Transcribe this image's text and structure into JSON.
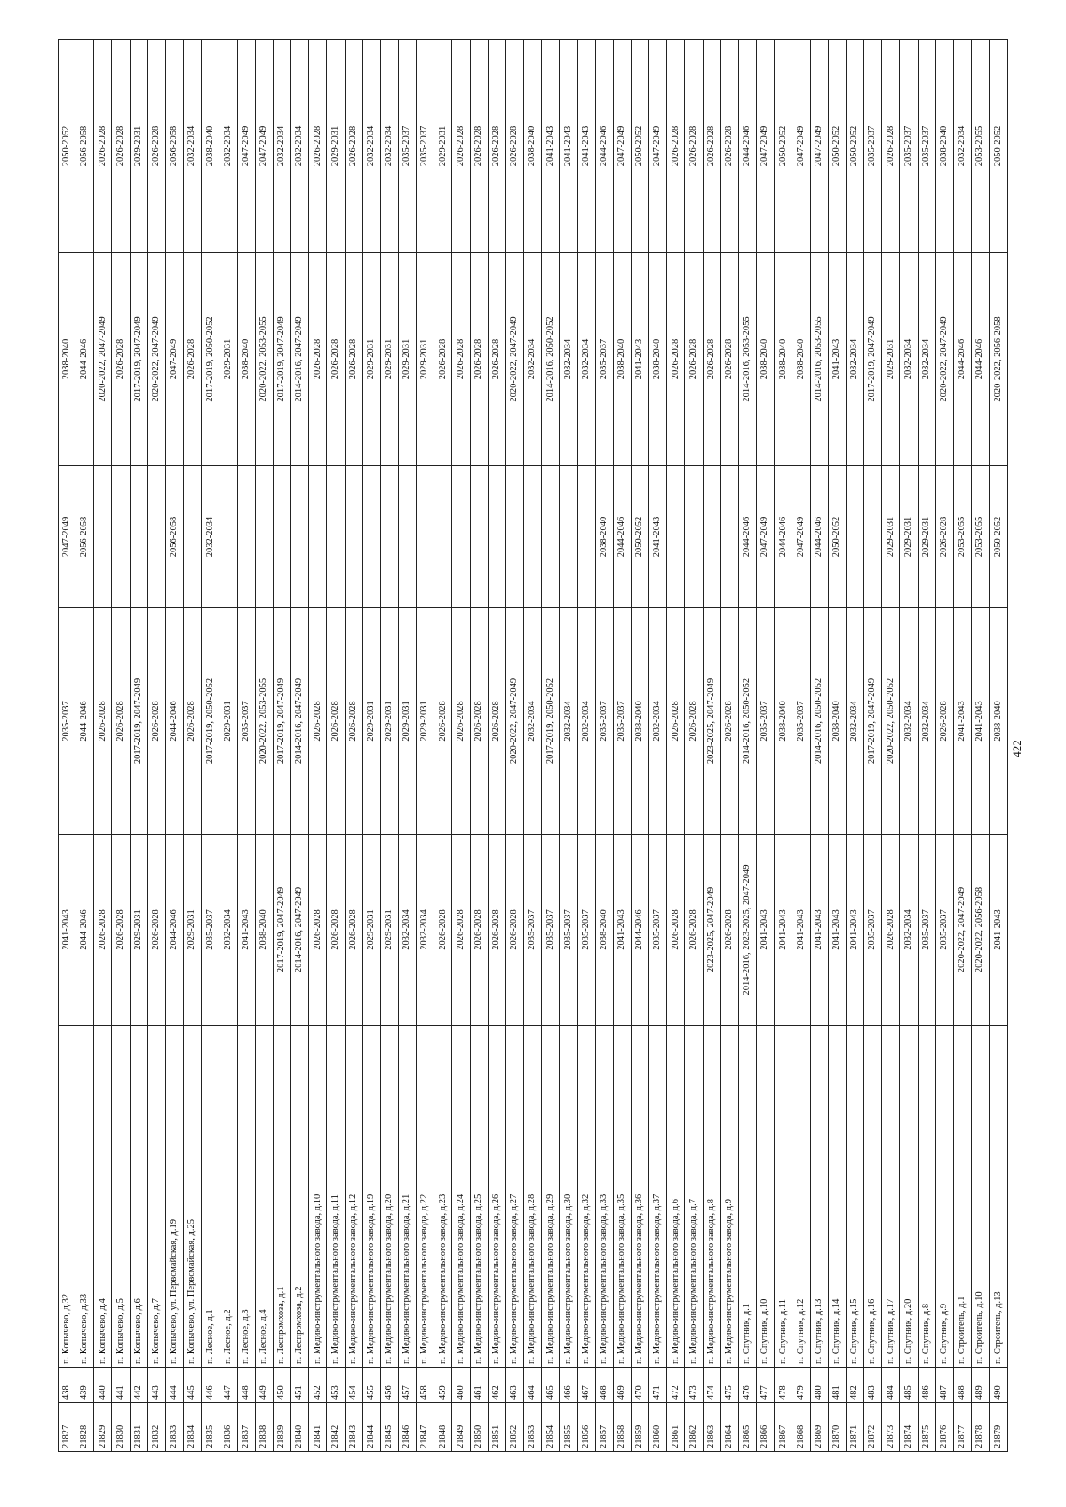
{
  "page_number": "422",
  "rows": [
    [
      "21827",
      "438",
      "п. Копычево, д.32",
      "2041-2043",
      "2035-2037",
      "2047-2049",
      "2038-2040",
      "2050-2052"
    ],
    [
      "21828",
      "439",
      "п. Копычево, д.33",
      "2044-2046",
      "2044-2046",
      "2056-2058",
      "2044-2046",
      "2056-2058"
    ],
    [
      "21829",
      "440",
      "п. Копычево, д.4",
      "2026-2028",
      "2026-2028",
      "",
      "2020-2022, 2047-2049",
      "2026-2028"
    ],
    [
      "21830",
      "441",
      "п. Копычево, д.5",
      "2026-2028",
      "2026-2028",
      "",
      "2026-2028",
      "2026-2028"
    ],
    [
      "21831",
      "442",
      "п. Копычево, д.6",
      "2029-2031",
      "2017-2019, 2047-2049",
      "",
      "2017-2019, 2047-2049",
      "2029-2031"
    ],
    [
      "21832",
      "443",
      "п. Копычево, д.7",
      "2026-2028",
      "2026-2028",
      "",
      "2020-2022, 2047-2049",
      "2026-2028"
    ],
    [
      "21833",
      "444",
      "п. Копычево, ул. Первомайская, д.19",
      "2044-2046",
      "2044-2046",
      "2056-2058",
      "2047-2049",
      "2056-2058"
    ],
    [
      "21834",
      "445",
      "п. Копычево, ул. Первомайская, д.25",
      "2029-2031",
      "2026-2028",
      "",
      "2026-2028",
      "2032-2034"
    ],
    [
      "21835",
      "446",
      "п. Лесное, д.1",
      "2035-2037",
      "2017-2019, 2050-2052",
      "2032-2034",
      "2017-2019, 2050-2052",
      "2038-2040"
    ],
    [
      "21836",
      "447",
      "п. Лесное, д.2",
      "2032-2034",
      "2029-2031",
      "",
      "2029-2031",
      "2032-2034"
    ],
    [
      "21837",
      "448",
      "п. Лесное, д.3",
      "2041-2043",
      "2035-2037",
      "",
      "2038-2040",
      "2047-2049"
    ],
    [
      "21838",
      "449",
      "п. Лесное, д.4",
      "2038-2040",
      "2020-2022, 2053-2055",
      "",
      "2020-2022, 2053-2055",
      "2047-2049"
    ],
    [
      "21839",
      "450",
      "п. Леспромхоза, д.1",
      "2017-2019, 2047-2049",
      "2017-2019, 2047-2049",
      "",
      "2017-2019, 2047-2049",
      "2032-2034"
    ],
    [
      "21840",
      "451",
      "п. Леспромхоза, д.2",
      "2014-2016, 2047-2049",
      "2014-2016, 2047-2049",
      "",
      "2014-2016, 2047-2049",
      "2032-2034"
    ],
    [
      "21841",
      "452",
      "п. Медико-инструментального завода, д.10",
      "2026-2028",
      "2026-2028",
      "",
      "2026-2028",
      "2026-2028"
    ],
    [
      "21842",
      "453",
      "п. Медико-инструментального завода, д.11",
      "2026-2028",
      "2026-2028",
      "",
      "2026-2028",
      "2029-2031"
    ],
    [
      "21843",
      "454",
      "п. Медико-инструментального завода, д.12",
      "2026-2028",
      "2026-2028",
      "",
      "2026-2028",
      "2026-2028"
    ],
    [
      "21844",
      "455",
      "п. Медико-инструментального завода, д.19",
      "2029-2031",
      "2029-2031",
      "",
      "2029-2031",
      "2032-2034"
    ],
    [
      "21845",
      "456",
      "п. Медико-инструментального завода, д.20",
      "2029-2031",
      "2029-2031",
      "",
      "2029-2031",
      "2032-2034"
    ],
    [
      "21846",
      "457",
      "п. Медико-инструментального завода, д.21",
      "2032-2034",
      "2029-2031",
      "",
      "2029-2031",
      "2035-2037"
    ],
    [
      "21847",
      "458",
      "п. Медико-инструментального завода, д.22",
      "2032-2034",
      "2029-2031",
      "",
      "2029-2031",
      "2035-2037"
    ],
    [
      "21848",
      "459",
      "п. Медико-инструментального завода, д.23",
      "2026-2028",
      "2026-2028",
      "",
      "2026-2028",
      "2029-2031"
    ],
    [
      "21849",
      "460",
      "п. Медико-инструментального завода, д.24",
      "2026-2028",
      "2026-2028",
      "",
      "2026-2028",
      "2026-2028"
    ],
    [
      "21850",
      "461",
      "п. Медико-инструментального завода, д.25",
      "2026-2028",
      "2026-2028",
      "",
      "2026-2028",
      "2026-2028"
    ],
    [
      "21851",
      "462",
      "п. Медико-инструментального завода, д.26",
      "2026-2028",
      "2026-2028",
      "",
      "2026-2028",
      "2026-2028"
    ],
    [
      "21852",
      "463",
      "п. Медико-инструментального завода, д.27",
      "2026-2028",
      "2020-2022, 2047-2049",
      "",
      "2020-2022, 2047-2049",
      "2026-2028"
    ],
    [
      "21853",
      "464",
      "п. Медико-инструментального завода, д.28",
      "2035-2037",
      "2032-2034",
      "",
      "2032-2034",
      "2038-2040"
    ],
    [
      "21854",
      "465",
      "п. Медико-инструментального завода, д.29",
      "2035-2037",
      "2017-2019, 2050-2052",
      "",
      "2014-2016, 2050-2052",
      "2041-2043"
    ],
    [
      "21855",
      "466",
      "п. Медико-инструментального завода, д.30",
      "2035-2037",
      "2032-2034",
      "",
      "2032-2034",
      "2041-2043"
    ],
    [
      "21856",
      "467",
      "п. Медико-инструментального завода, д.32",
      "2035-2037",
      "2032-2034",
      "",
      "2032-2034",
      "2041-2043"
    ],
    [
      "21857",
      "468",
      "п. Медико-инструментального завода, д.33",
      "2038-2040",
      "2035-2037",
      "2038-2040",
      "2035-2037",
      "2044-2046"
    ],
    [
      "21858",
      "469",
      "п. Медико-инструментального завода, д.35",
      "2041-2043",
      "2035-2037",
      "2044-2046",
      "2038-2040",
      "2047-2049"
    ],
    [
      "21859",
      "470",
      "п. Медико-инструментального завода, д.36",
      "2044-2046",
      "2038-2040",
      "2050-2052",
      "2041-2043",
      "2050-2052"
    ],
    [
      "21860",
      "471",
      "п. Медико-инструментального завода, д.37",
      "2035-2037",
      "2032-2034",
      "2041-2043",
      "2038-2040",
      "2047-2049"
    ],
    [
      "21861",
      "472",
      "п. Медико-инструментального завода, д.6",
      "2026-2028",
      "2026-2028",
      "",
      "2026-2028",
      "2026-2028"
    ],
    [
      "21862",
      "473",
      "п. Медико-инструментального завода, д.7",
      "2026-2028",
      "2026-2028",
      "",
      "2026-2028",
      "2026-2028"
    ],
    [
      "21863",
      "474",
      "п. Медико-инструментального завода, д.8",
      "2023-2025, 2047-2049",
      "2023-2025, 2047-2049",
      "",
      "2026-2028",
      "2026-2028"
    ],
    [
      "21864",
      "475",
      "п. Медико-инструментального завода, д.9",
      "2026-2028",
      "2026-2028",
      "",
      "2026-2028",
      "2026-2028"
    ],
    [
      "21865",
      "476",
      "п. Спутник, д.1",
      "2014-2016, 2023-2025, 2047-2049",
      "2014-2016, 2050-2052",
      "2044-2046",
      "2014-2016, 2053-2055",
      "2044-2046"
    ],
    [
      "21866",
      "477",
      "п. Спутник, д.10",
      "2041-2043",
      "2035-2037",
      "2047-2049",
      "2038-2040",
      "2047-2049"
    ],
    [
      "21867",
      "478",
      "п. Спутник, д.11",
      "2041-2043",
      "2038-2040",
      "2044-2046",
      "2038-2040",
      "2050-2052"
    ],
    [
      "21868",
      "479",
      "п. Спутник, д.12",
      "2041-2043",
      "2035-2037",
      "2047-2049",
      "2038-2040",
      "2047-2049"
    ],
    [
      "21869",
      "480",
      "п. Спутник, д.13",
      "2041-2043",
      "2014-2016, 2050-2052",
      "2044-2046",
      "2014-2016, 2053-2055",
      "2047-2049"
    ],
    [
      "21870",
      "481",
      "п. Спутник, д.14",
      "2041-2043",
      "2038-2040",
      "2050-2052",
      "2041-2043",
      "2050-2052"
    ],
    [
      "21871",
      "482",
      "п. Спутник, д.15",
      "2041-2043",
      "2032-2034",
      "",
      "2032-2034",
      "2050-2052"
    ],
    [
      "21872",
      "483",
      "п. Спутник, д.16",
      "2035-2037",
      "2017-2019, 2047-2049",
      "",
      "2017-2019, 2047-2049",
      "2035-2037"
    ],
    [
      "21873",
      "484",
      "п. Спутник, д.17",
      "2026-2028",
      "2020-2022, 2050-2052",
      "2029-2031",
      "2029-2031",
      "2026-2028"
    ],
    [
      "21874",
      "485",
      "п. Спутник, д.20",
      "2032-2034",
      "2032-2034",
      "2029-2031",
      "2032-2034",
      "2035-2037"
    ],
    [
      "21875",
      "486",
      "п. Спутник, д.8",
      "2035-2037",
      "2032-2034",
      "2029-2031",
      "2032-2034",
      "2035-2037"
    ],
    [
      "21876",
      "487",
      "п. Спутник, д.9",
      "2035-2037",
      "2026-2028",
      "2026-2028",
      "2020-2022, 2047-2049",
      "2038-2040"
    ],
    [
      "21877",
      "488",
      "п. Строитель, д.1",
      "2020-2022, 2047-2049",
      "2041-2043",
      "2053-2055",
      "2044-2046",
      "2032-2034"
    ],
    [
      "21878",
      "489",
      "п. Строитель, д.10",
      "2020-2022, 2056-2058",
      "2041-2043",
      "2053-2055",
      "2044-2046",
      "2053-2055"
    ],
    [
      "21879",
      "490",
      "п. Строитель, д.13",
      "2041-2043",
      "2038-2040",
      "2050-2052",
      "2020-2022, 2056-2058",
      "2050-2052"
    ]
  ]
}
